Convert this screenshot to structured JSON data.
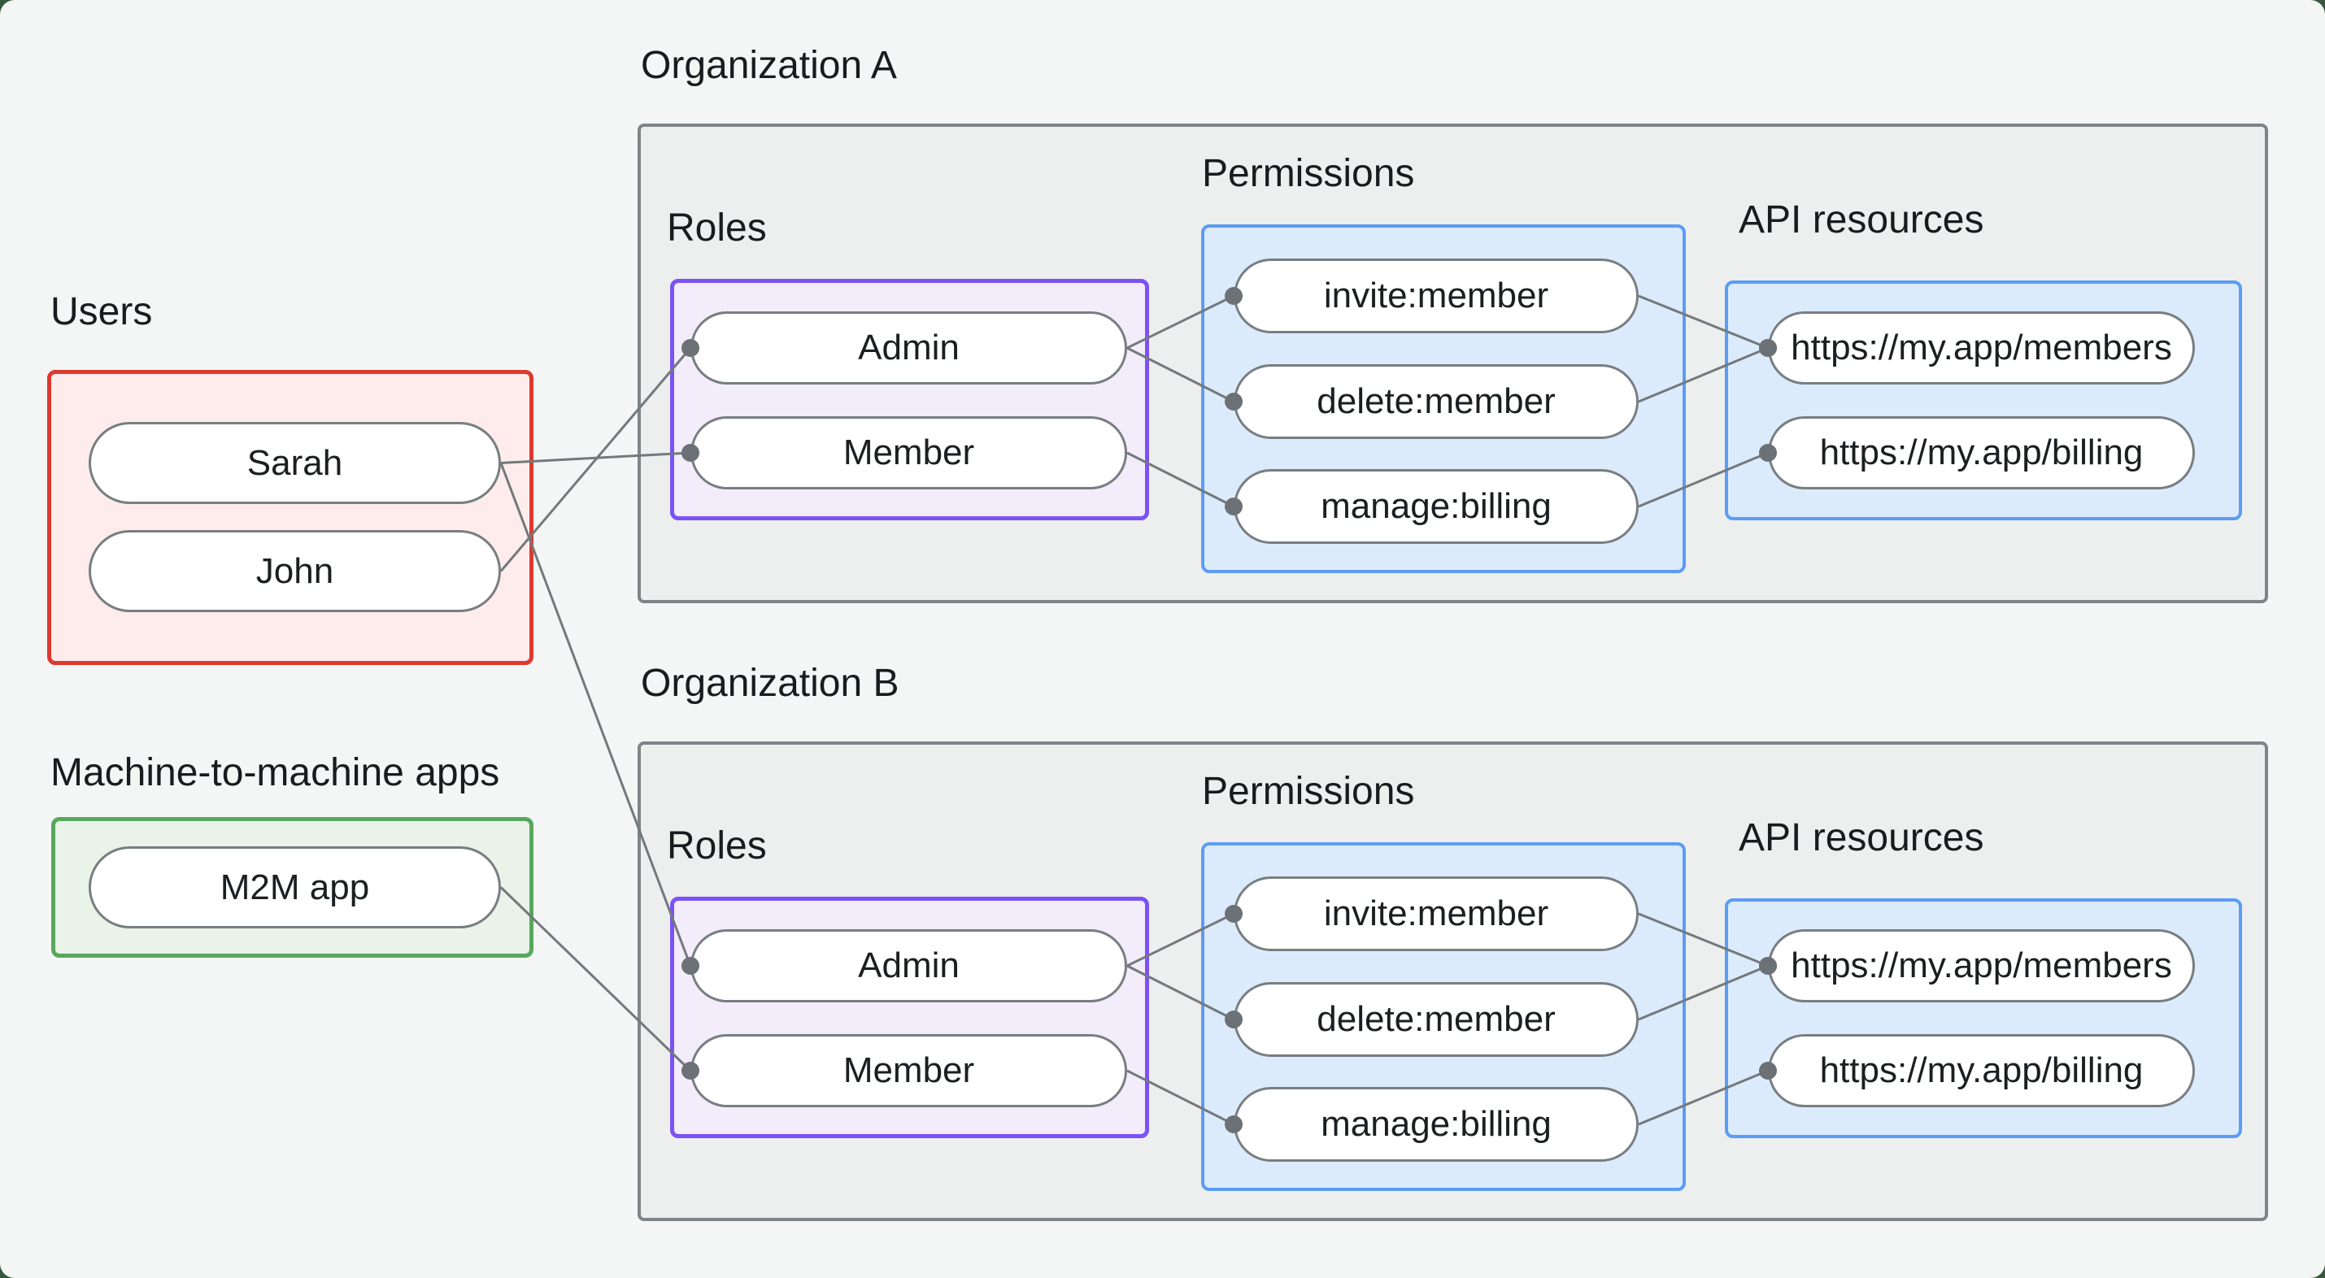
{
  "users_section": {
    "title": "Users",
    "items": [
      {
        "id": "sarah",
        "label": "Sarah"
      },
      {
        "id": "john",
        "label": "John"
      }
    ]
  },
  "m2m_section": {
    "title": "Machine-to-machine apps",
    "items": [
      {
        "id": "m2m",
        "label": "M2M app"
      }
    ]
  },
  "organizations": [
    {
      "title": "Organization A",
      "roles": {
        "title": "Roles",
        "items": [
          {
            "id": "orgA-admin",
            "label": "Admin"
          },
          {
            "id": "orgA-member",
            "label": "Member"
          }
        ]
      },
      "permissions": {
        "title": "Permissions",
        "items": [
          {
            "id": "orgA-invite",
            "label": "invite:member"
          },
          {
            "id": "orgA-delete",
            "label": "delete:member"
          },
          {
            "id": "orgA-manage",
            "label": "manage:billing"
          }
        ]
      },
      "api_resources": {
        "title": "API resources",
        "items": [
          {
            "id": "orgA-members",
            "label": "https://my.app/members"
          },
          {
            "id": "orgA-billing",
            "label": "https://my.app/billing"
          }
        ]
      }
    },
    {
      "title": "Organization B",
      "roles": {
        "title": "Roles",
        "items": [
          {
            "id": "orgB-admin",
            "label": "Admin"
          },
          {
            "id": "orgB-member",
            "label": "Member"
          }
        ]
      },
      "permissions": {
        "title": "Permissions",
        "items": [
          {
            "id": "orgB-invite",
            "label": "invite:member"
          },
          {
            "id": "orgB-delete",
            "label": "delete:member"
          },
          {
            "id": "orgB-manage",
            "label": "manage:billing"
          }
        ]
      },
      "api_resources": {
        "title": "API resources",
        "items": [
          {
            "id": "orgB-members",
            "label": "https://my.app/members"
          },
          {
            "id": "orgB-billing",
            "label": "https://my.app/billing"
          }
        ]
      }
    }
  ],
  "connections": [
    {
      "from": "sarah",
      "to": "orgA-member"
    },
    {
      "from": "sarah",
      "to": "orgB-admin"
    },
    {
      "from": "john",
      "to": "orgA-admin"
    },
    {
      "from": "m2m",
      "to": "orgB-member"
    },
    {
      "from": "orgA-admin",
      "to": "orgA-invite"
    },
    {
      "from": "orgA-admin",
      "to": "orgA-delete"
    },
    {
      "from": "orgA-member",
      "to": "orgA-manage"
    },
    {
      "from": "orgA-invite",
      "to": "orgA-members"
    },
    {
      "from": "orgA-delete",
      "to": "orgA-members"
    },
    {
      "from": "orgA-manage",
      "to": "orgA-billing"
    },
    {
      "from": "orgB-admin",
      "to": "orgB-invite"
    },
    {
      "from": "orgB-admin",
      "to": "orgB-delete"
    },
    {
      "from": "orgB-member",
      "to": "orgB-manage"
    },
    {
      "from": "orgB-invite",
      "to": "orgB-members"
    },
    {
      "from": "orgB-delete",
      "to": "orgB-members"
    },
    {
      "from": "orgB-manage",
      "to": "orgB-billing"
    }
  ],
  "colors": {
    "page_background": "#36593d",
    "canvas_background": "#f4f6f5",
    "users_accent": "#dc3a30",
    "m2m_accent": "#58a75d",
    "roles_accent": "#7b52f5",
    "permissions_accent": "#5b9cf6",
    "org_box_border": "#7e8487",
    "line": "#73797c",
    "dot": "#6b7175"
  }
}
